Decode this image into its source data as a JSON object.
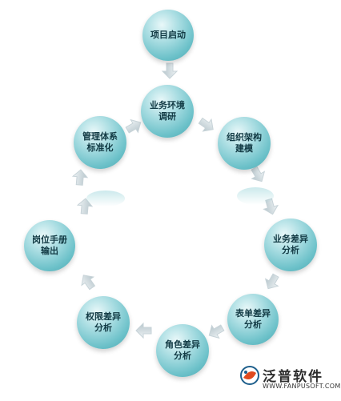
{
  "diagram": {
    "nodes": [
      {
        "id": "project-start",
        "label": "项目启动"
      },
      {
        "id": "business-env-research",
        "label": "业务环境\n调研"
      },
      {
        "id": "org-structure-modeling",
        "label": "组织架构\n建模"
      },
      {
        "id": "business-diff-analysis",
        "label": "业务差异\n分析"
      },
      {
        "id": "form-diff-analysis",
        "label": "表单差异\n分析"
      },
      {
        "id": "role-diff-analysis",
        "label": "角色差异\n分析"
      },
      {
        "id": "permission-diff-analysis",
        "label": "权限差异\n分析"
      },
      {
        "id": "post-manual-output",
        "label": "岗位手册\n输出"
      },
      {
        "id": "management-standardization",
        "label": "管理体系\n标准化"
      }
    ],
    "arrow_color": "#c7d3d8"
  },
  "logo": {
    "name": "泛普软件",
    "url": "WWW.FANPUSOFT.COM",
    "accent": "#e04a1e"
  }
}
